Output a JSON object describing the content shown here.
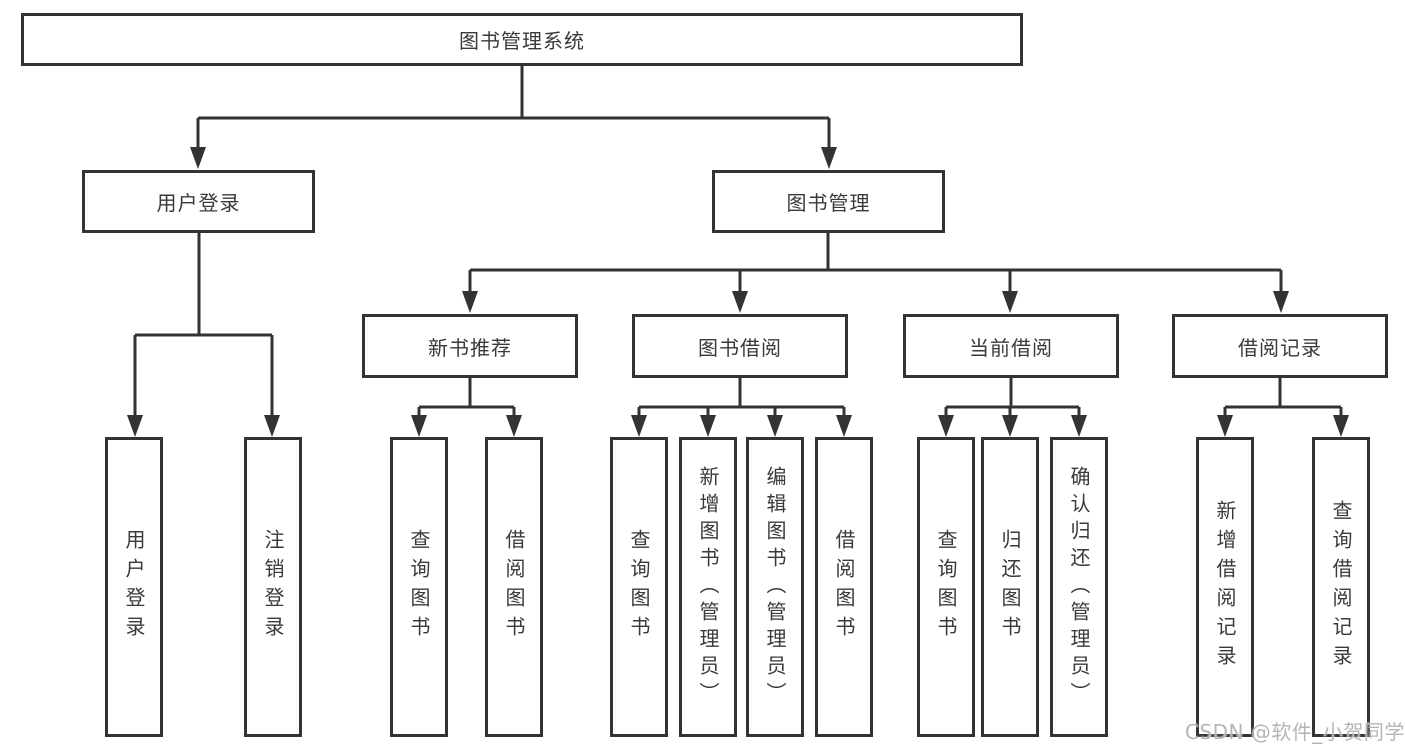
{
  "diagram": {
    "root": {
      "label": "图书管理系统"
    },
    "level2": {
      "user_login": {
        "label": "用户登录"
      },
      "book_mgmt": {
        "label": "图书管理"
      }
    },
    "level3": {
      "new_book": {
        "label": "新书推荐"
      },
      "book_borrow": {
        "label": "图书借阅"
      },
      "current_borrow": {
        "label": "当前借阅"
      },
      "borrow_record": {
        "label": "借阅记录"
      }
    },
    "leaves": {
      "login": [
        "用户登录",
        "注销登录"
      ],
      "recommend": [
        "查询图书",
        "借阅图书"
      ],
      "borrow": [
        "查询图书",
        "新增图书（管理员）",
        "编辑图书（管理员）",
        "借阅图书"
      ],
      "current": [
        "查询图书",
        "归还图书",
        "确认归还（管理员）"
      ],
      "records": [
        "新增借阅记录",
        "查询借阅记录"
      ]
    }
  },
  "watermark": {
    "text": "CSDN @软件_小贺同学"
  },
  "colors": {
    "line": "#333333",
    "box_border": "#333333",
    "text": "#3a3a3a",
    "watermark": "#b5b5b5",
    "background": "#ffffff"
  }
}
